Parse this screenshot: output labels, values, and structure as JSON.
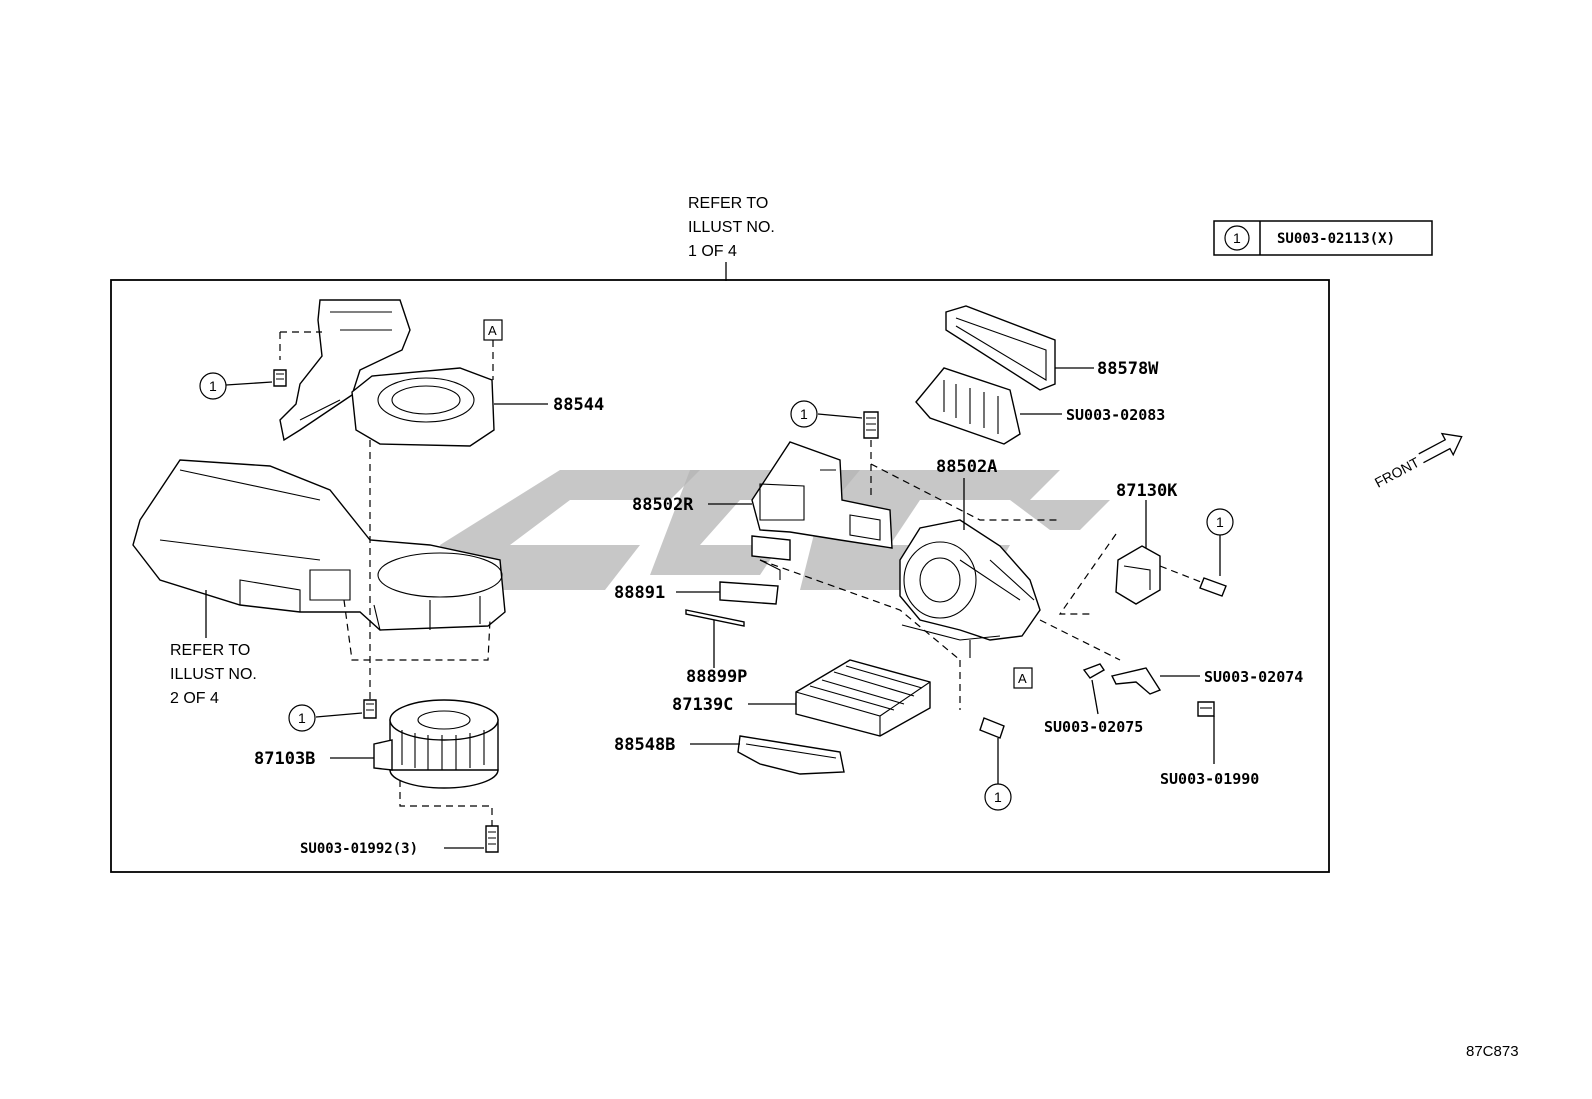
{
  "refer_top": [
    "REFER TO",
    "ILLUST NO.",
    "1 OF 4"
  ],
  "refer_left": [
    "REFER TO",
    "ILLUST NO.",
    "2 OF 4"
  ],
  "legend": {
    "marker": "1",
    "code": "SU003-02113(X)"
  },
  "front_label": "FRONT",
  "illustration_id": "87C873",
  "callout_marker": "1",
  "ref_box": "A",
  "parts": {
    "p88544": "88544",
    "p88578W": "88578W",
    "p02083": "SU003-02083",
    "p88502A": "88502A",
    "p88502R": "88502R",
    "p87130K": "87130K",
    "p88891": "88891",
    "p88899P": "88899P",
    "p87139C": "87139C",
    "p88548B": "88548B",
    "p02074": "SU003-02074",
    "p02075": "SU003-02075",
    "p01990": "SU003-01990",
    "p87103B": "87103B",
    "p01992": "SU003-01992(3)"
  }
}
